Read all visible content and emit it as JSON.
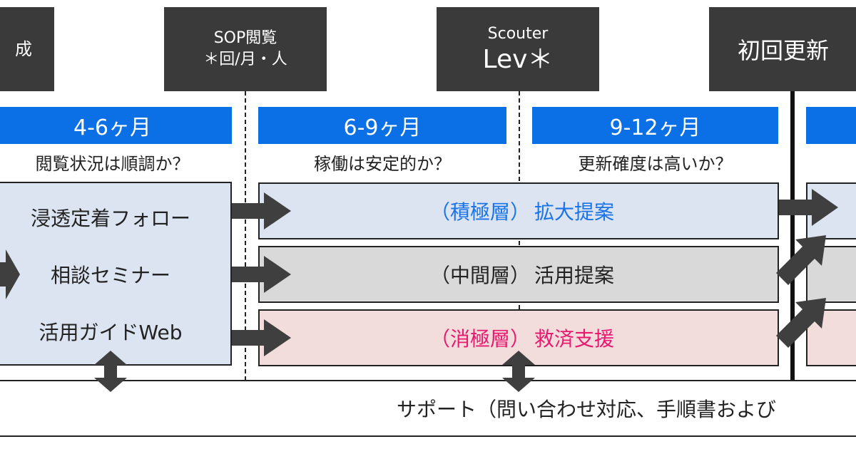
{
  "milestones": [
    {
      "line1": "成"
    },
    {
      "line1": "SOP閲覧",
      "line2": "＊回/月・人"
    },
    {
      "line1": "Scouter",
      "line2": "Lev＊"
    },
    {
      "line1": "初回更新"
    }
  ],
  "periods": [
    {
      "label": "4-6ヶ月",
      "question": "閲覧状況は順調か？"
    },
    {
      "label": "6-9ヶ月",
      "question": "稼働は安定的か？"
    },
    {
      "label": "9-12ヶ月",
      "question": "更新確度は高いか？"
    }
  ],
  "left_panel": {
    "items": [
      "浸透定着フォロー",
      "相談セミナー",
      "活用ガイドWeb"
    ]
  },
  "lanes": [
    {
      "paren": "（積極層）",
      "action": "拡大提案",
      "color": "#1a73e8"
    },
    {
      "paren": "（中間層）",
      "action": "活用提案",
      "color": "#222222"
    },
    {
      "paren": "（消極層）",
      "action": "救済支援",
      "color": "#e8196e"
    }
  ],
  "support": {
    "text": "サポート（問い合わせ対応、手順書および"
  },
  "colors": {
    "milestone_bg": "#3a3a3a",
    "period_bg": "#0b6fe6",
    "lane_blue": "#dbe4f0",
    "lane_gray": "#d9d9d9",
    "lane_pink": "#f2dcdc",
    "arrow": "#3f3f3f"
  }
}
